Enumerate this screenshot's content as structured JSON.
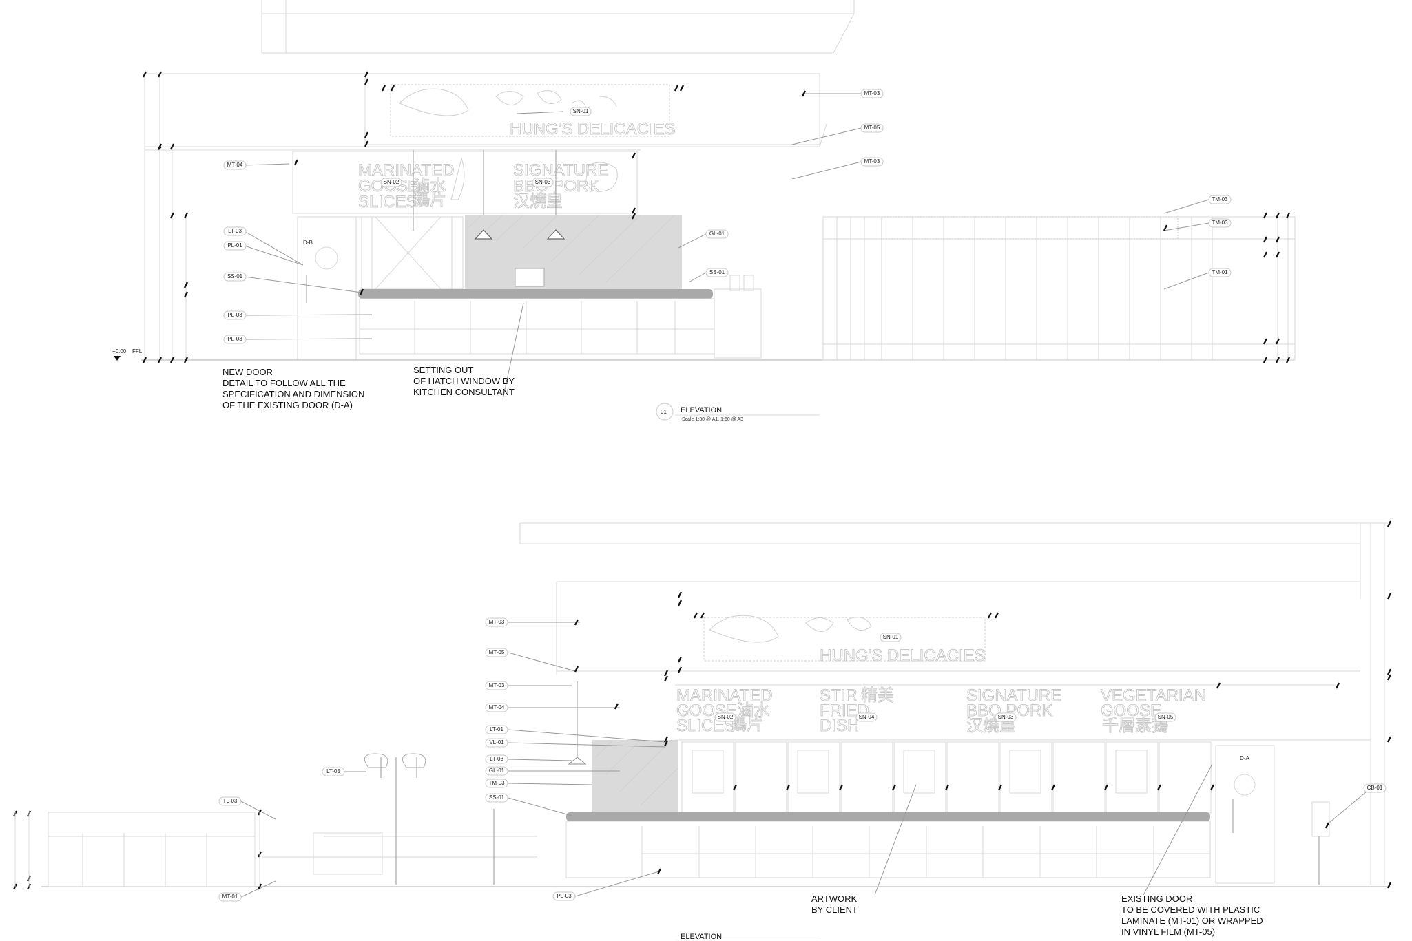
{
  "elevation_top": {
    "number": "01",
    "title": "ELEVATION",
    "scale": "Scale 1:30 @ A1, 1:60 @ A3",
    "ffl_value": "+0.00",
    "ffl_label": "FFL",
    "door_tag": "D-B",
    "tags_left": [
      "MT-04",
      "LT-03",
      "PL-01",
      "SS-01",
      "PL-03",
      "PL-03"
    ],
    "tags_right": [
      "MT-03",
      "MT-05",
      "MT-03",
      "GL-01",
      "SS-01"
    ],
    "tags_far_right": [
      "TM-03",
      "TM-03",
      "TM-01"
    ],
    "sign_tags": [
      "SN-01",
      "SN-02",
      "SN-03"
    ],
    "signs": [
      {
        "line1": "MARINATED",
        "line2": "GOOSE",
        "line3": "SLICES",
        "cn1": "滷水",
        "cn2": "鵝片"
      },
      {
        "line1": "SIGNATURE",
        "line2": "BBQ PORK",
        "line3": "",
        "cn1": "",
        "cn2": "汉燒皇"
      }
    ],
    "banner": "HUNG'S DELICACIES",
    "note_door": [
      "NEW DOOR",
      "DETAIL TO FOLLOW ALL THE",
      "SPECIFICATION AND DIMENSION",
      "OF THE EXISTING DOOR (D-A)"
    ],
    "note_hatch": [
      "SETTING OUT",
      "OF HATCH WINDOW BY",
      "KITCHEN CONSULTANT"
    ]
  },
  "elevation_bottom": {
    "title": "ELEVATION",
    "door_tag": "D-A",
    "tags_left": [
      "MT-03",
      "MT-05",
      "MT-03",
      "MT-04",
      "LT-01",
      "VL-01",
      "LT-03",
      "GL-01",
      "TM-03",
      "SS-01"
    ],
    "tag_lamp": "LT-05",
    "tag_tl": "TL-03",
    "tag_mt01": "MT-01",
    "tag_pl03": "PL-03",
    "tag_cb": "CB-01",
    "sign_tags": [
      "SN-01",
      "SN-02",
      "SN-04",
      "SN-03",
      "SN-05"
    ],
    "banner": "HUNG'S DELICACIES",
    "signs": [
      {
        "line1": "MARINATED",
        "line2": "GOOSE",
        "line3": "SLICES",
        "cn1": "滷水",
        "cn2": "鵝片"
      },
      {
        "line1": "STIR",
        "line2": "FRIED",
        "line3": "DISH",
        "cn1": "精美",
        "cn2": ""
      },
      {
        "line1": "SIGNATURE",
        "line2": "BBQ PORK",
        "line3": "",
        "cn1": "",
        "cn2": "汉燒皇"
      },
      {
        "line1": "VEGETARIAN",
        "line2": "GOOSE",
        "line3": "",
        "cn1": "",
        "cn2": "千層素鵝"
      }
    ],
    "note_artwork": [
      "ARTWORK",
      "BY CLIENT"
    ],
    "note_existing": [
      "EXISTING DOOR",
      "TO BE COVERED WITH PLASTIC",
      "LAMINATE (MT-01) OR WRAPPED",
      "IN VINYL FILM (MT-05)"
    ]
  }
}
